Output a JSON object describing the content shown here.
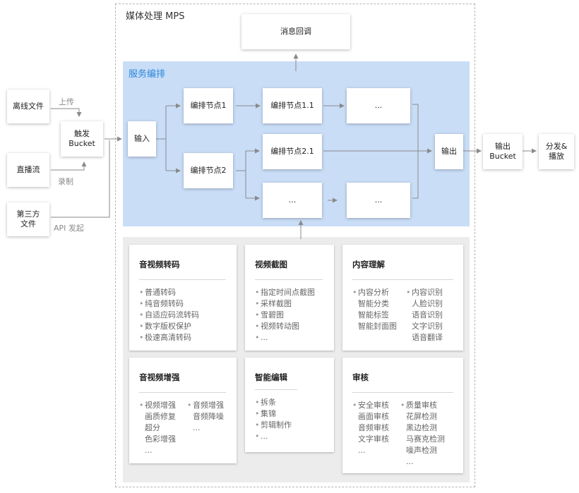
{
  "mps_title": "媒体处理 MPS",
  "orchestration_title": "服务编排",
  "message_callback": "消息回调",
  "sources": {
    "offline_file": "离线文件",
    "live_stream": "直播流",
    "third_party_file": "第三方\n文件"
  },
  "notes": {
    "upload": "上传",
    "record": "录制",
    "api_initiate": "API 发起"
  },
  "trigger_bucket": "触发\nBucket",
  "orchestration": {
    "input": "输入",
    "node_1": "编排节点1",
    "node_1_1": "编排节点1.1",
    "ellipsis_top": "...",
    "node_2": "编排节点2",
    "node_2_1": "编排节点2.1",
    "ellipsis_mid": "...",
    "ellipsis_right": "...",
    "output": "输出"
  },
  "output_bucket": "输出\nBucket",
  "distribute_play": "分发&\n播放",
  "services": {
    "av_transcode": {
      "title": "音视频转码",
      "items": [
        "普通转码",
        "纯音频转码",
        "自适应码流转码",
        "数字版权保护",
        "极速高清转码"
      ]
    },
    "video_snapshot": {
      "title": "视频截图",
      "items": [
        "指定时间点截图",
        "采样截图",
        "雪碧图",
        "视频转动图",
        "..."
      ]
    },
    "content_understanding": {
      "title": "内容理解",
      "col1": [
        "内容分析",
        "智能分类",
        "智能标签",
        "智能封面图"
      ],
      "col2": [
        "内容识别",
        "人脸识别",
        "语音识别",
        "文字识别",
        "语音翻译"
      ]
    },
    "av_enhance": {
      "title": "音视频增强",
      "col1": [
        "视频增强",
        "画质修复",
        "超分",
        "色彩增强",
        "..."
      ],
      "col2": [
        "音频增强",
        "音频降噪",
        "..."
      ]
    },
    "smart_editing": {
      "title": "智能编辑",
      "items": [
        "拆条",
        "集锦",
        "剪辑制作",
        "..."
      ]
    },
    "review": {
      "title": "审核",
      "col1": [
        "安全审核",
        "画面审核",
        "音频审核",
        "文字审核",
        "..."
      ],
      "col2": [
        "质量审核",
        "花屏检测",
        "黑边检测",
        "马赛克检测",
        "噪声检测",
        "..."
      ]
    }
  },
  "colors": {
    "orchestration_bg": "#c9ddf7",
    "orchestration_title": "#2a86d9",
    "services_bg": "#ececec",
    "arrow": "#8a8a8a"
  }
}
